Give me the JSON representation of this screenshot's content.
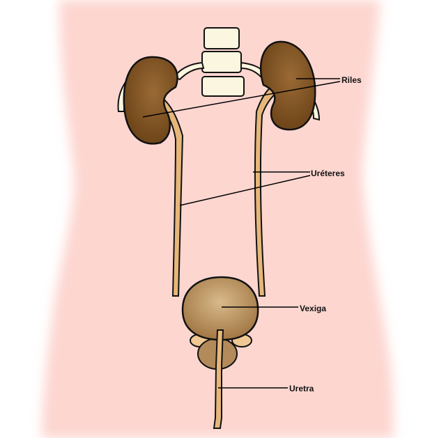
{
  "labels": {
    "kidneys": "Riles",
    "ureters": "Uréteres",
    "bladder": "Vexiga",
    "urethra": "Uretra"
  },
  "colors": {
    "skin": "#fdd6d0",
    "organ": "#8a5a2b",
    "ureter": "#e6b77a",
    "bladder": "#b38a5a",
    "bone": "#fbf6df"
  }
}
